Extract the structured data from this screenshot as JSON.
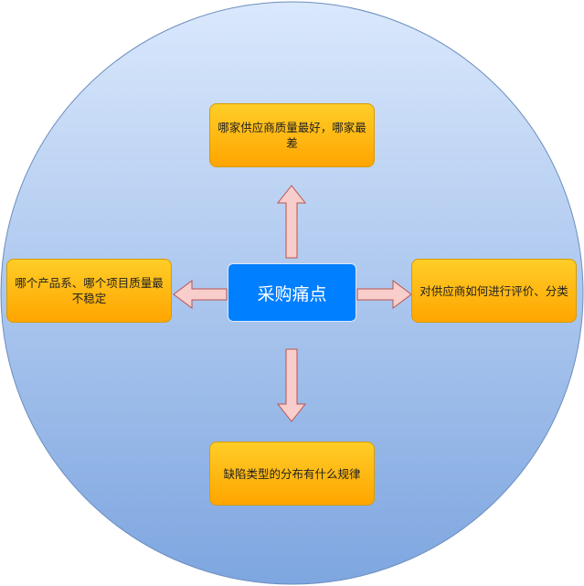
{
  "diagram": {
    "center_label": "采购痛点",
    "nodes": {
      "top": "哪家供应商质量最好，哪家最差",
      "left": "哪个产品系、哪个项目质量最不稳定",
      "right": "对供应商如何进行评价、分类",
      "bottom": "缺陷类型的分布有什么规律"
    },
    "colors": {
      "circle_top": "#dae8fc",
      "circle_bottom": "#7ea6e0",
      "circle_stroke": "#6c8ebf",
      "node_fill_top": "#ffcd28",
      "node_fill_bottom": "#ffa500",
      "node_stroke": "#d79b00",
      "center_fill": "#007fff",
      "arrow_fill": "#f8cecc",
      "arrow_stroke": "#b85450"
    }
  }
}
